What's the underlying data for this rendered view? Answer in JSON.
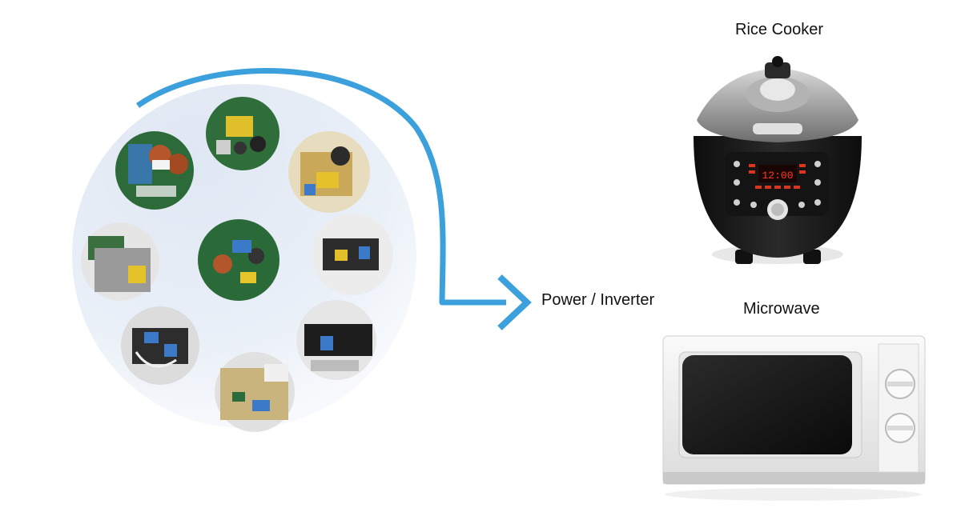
{
  "labels": {
    "power_inverter": "Power / Inverter",
    "rice_cooker": "Rice Cooker",
    "microwave": "Microwave"
  },
  "colors": {
    "arrow": "#3BA0DC",
    "circle_bg": "#E3EBF6",
    "pcb_green": "#2F6B3C",
    "cooker_body": "#1B1B1B",
    "cooker_lid": "#8C8C8C",
    "microwave_body": "#F0F0F0"
  },
  "icons": {
    "pcb_boards": "circuit-board-icon",
    "rice_cooker": "rice-cooker-icon",
    "microwave": "microwave-icon"
  },
  "rice_cooker_display": {
    "time": "12:00"
  }
}
